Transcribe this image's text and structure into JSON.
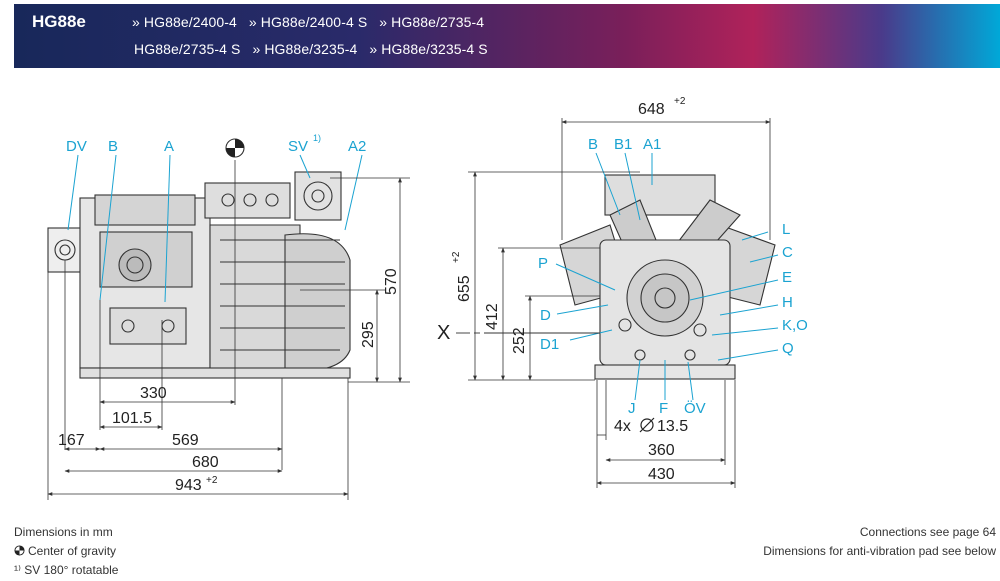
{
  "header": {
    "model_family": "HG88e",
    "models_row1": [
      "» HG88e/2400-4",
      "» HG88e/2400-4 S",
      "» HG88e/2735-4"
    ],
    "models_row2": [
      "HG88e/2735-4 S",
      "» HG88e/3235-4",
      "» HG88e/3235-4 S"
    ]
  },
  "colors": {
    "label_cyan": "#1ba3d1",
    "line": "#333333",
    "banner_start": "#18285a",
    "banner_end": "#00a8d8"
  },
  "side_view": {
    "labels": {
      "dv": "DV",
      "b": "B",
      "a": "A",
      "sv": "SV",
      "sv_sup": "1)",
      "a2": "A2"
    },
    "dims": {
      "d330": "330",
      "d101_5": "101.5",
      "d167": "167",
      "d569": "569",
      "d680": "680",
      "d943": "943",
      "d943_sup": "+2",
      "d570": "570",
      "d295": "295"
    }
  },
  "front_view": {
    "labels": {
      "b": "B",
      "b1": "B1",
      "a1": "A1",
      "l": "L",
      "c": "C",
      "e": "E",
      "h": "H",
      "ko": "K,O",
      "q": "Q",
      "p": "P",
      "d": "D",
      "d1": "D1",
      "j": "J",
      "f": "F",
      "ov": "ÖV",
      "x": "X"
    },
    "dims": {
      "d648": "648",
      "d648_sup": "+2",
      "d655": "655",
      "d655_sup": "+2",
      "d412": "412",
      "d252": "252",
      "d4x": "4x",
      "d4x_dia": "13.5",
      "d360": "360",
      "d430": "430"
    }
  },
  "footer": {
    "dimensions_note": "Dimensions in mm",
    "center_of_gravity": "Center of gravity",
    "footnote": "¹⁾ SV 180° rotatable",
    "connections_note": "Connections see page 64",
    "anti_vibration_note": "Dimensions for anti-vibration pad see below"
  }
}
